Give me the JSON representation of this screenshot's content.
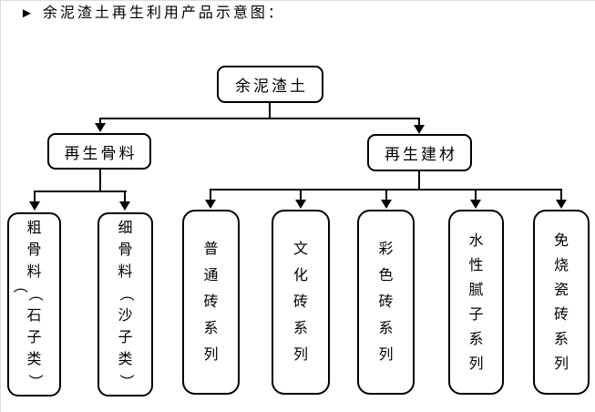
{
  "colors": {
    "line": "#000000",
    "text": "#000000",
    "background": "#ffffff"
  },
  "title": {
    "bullet": "►",
    "text": "余泥渣土再生利用产品示意图："
  },
  "diagram": {
    "root": {
      "label": "余泥渣土"
    },
    "branches": [
      {
        "label": "再生骨料",
        "children": [
          {
            "label": "粗骨料（石子类）"
          },
          {
            "label": "细骨料（沙子类）"
          }
        ]
      },
      {
        "label": "再生建材",
        "children": [
          {
            "label": "普通砖系列"
          },
          {
            "label": "文化砖系列"
          },
          {
            "label": "彩色砖系列"
          },
          {
            "label": "水性腻子系列"
          },
          {
            "label": "免烧瓷砖系列"
          }
        ]
      }
    ],
    "stray_paren": "（"
  }
}
